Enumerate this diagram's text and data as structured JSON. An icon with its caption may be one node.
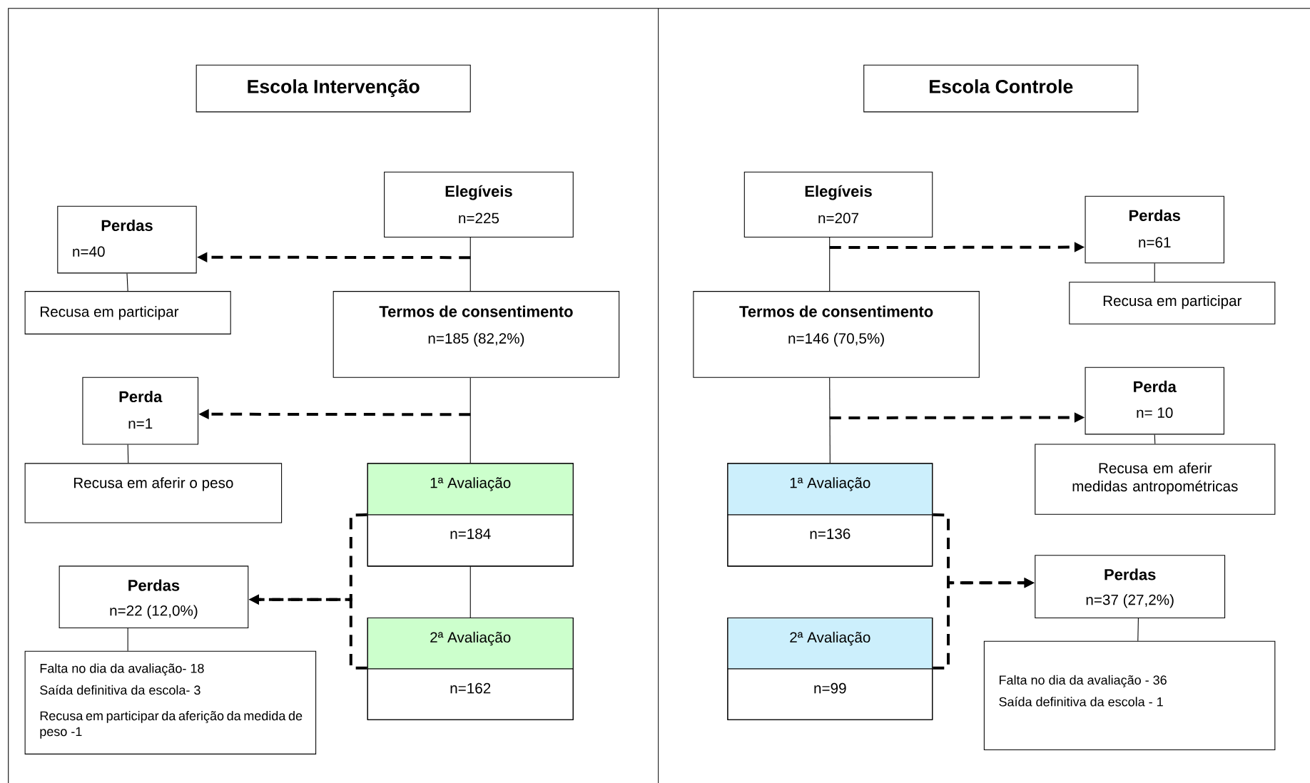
{
  "diagram": {
    "nodes": [
      {
        "text": [
          "Escola Intervenção"
        ]
      },
      {
        "text": [
          "Elegíveis",
          "n=225"
        ]
      },
      {
        "text": [
          "Perdas",
          "n=40"
        ]
      },
      {
        "text": [
          "Recusa em participar"
        ]
      },
      {
        "text": [
          "Termos de consentimento",
          "n=185 (82,2%)"
        ]
      },
      {
        "text": [
          "Perda",
          "n=1"
        ]
      },
      {
        "text": [
          "Recusa em aferir o peso"
        ]
      },
      {
        "text": [
          "1ª Avaliação",
          "n=184"
        ]
      },
      {
        "text": [
          "Perdas",
          "n=22 (12,0%)"
        ]
      },
      {
        "text": [
          "Falta no dia da avaliação- 18",
          "Saída definitiva da escola- 3",
          "Recusa em participar da aferição da medida de peso -1"
        ]
      },
      {
        "text": [
          "2ª Avaliação",
          "n=162"
        ]
      },
      {
        "text": [
          "Escola Controle"
        ]
      },
      {
        "text": [
          "Elegíveis",
          "n=207"
        ]
      },
      {
        "text": [
          "Perdas",
          "n=61"
        ]
      },
      {
        "text": [
          "Recusa em participar"
        ]
      },
      {
        "text": [
          "Termos de consentimento",
          "n=146 (70,5%)"
        ]
      },
      {
        "text": [
          "Perda",
          "n= 10"
        ]
      },
      {
        "text": [
          "Recusa em aferir medidas antropométricas"
        ]
      },
      {
        "text": [
          "1ª Avaliação",
          "n=136"
        ]
      },
      {
        "text": [
          "Perdas",
          "n=37 (27,2%)"
        ]
      },
      {
        "text": [
          "Falta no dia da avaliação - 36",
          "Saída definitiva da escola - 1"
        ]
      },
      {
        "text": [
          "2ª Avaliação",
          "n=99"
        ]
      }
    ],
    "edges": [
      {
        "from": 1,
        "to": 4,
        "arrow": "none"
      },
      {
        "from": 1,
        "to": 2,
        "arrow": "to",
        "style": "dashed"
      },
      {
        "from": 2,
        "to": 3,
        "arrow": "none"
      },
      {
        "from": 4,
        "to": 7,
        "arrow": "none"
      },
      {
        "from": 4,
        "to": 5,
        "arrow": "to",
        "style": "dashed"
      },
      {
        "from": 5,
        "to": 6,
        "arrow": "none"
      },
      {
        "from": 7,
        "to": 10,
        "arrow": "none"
      },
      {
        "from": 7,
        "to": 8,
        "arrow": "to",
        "style": "dashed"
      },
      {
        "from": 10,
        "to": 8,
        "arrow": "to",
        "style": "dashed"
      },
      {
        "from": 8,
        "to": 9,
        "arrow": "none"
      },
      {
        "from": 12,
        "to": 15,
        "arrow": "none"
      },
      {
        "from": 12,
        "to": 13,
        "arrow": "to",
        "style": "dashed"
      },
      {
        "from": 13,
        "to": 14,
        "arrow": "none"
      },
      {
        "from": 15,
        "to": 18,
        "arrow": "none"
      },
      {
        "from": 15,
        "to": 16,
        "arrow": "to",
        "style": "dashed"
      },
      {
        "from": 16,
        "to": 17,
        "arrow": "none"
      },
      {
        "from": 18,
        "to": 19,
        "arrow": "to",
        "style": "dashed"
      },
      {
        "from": 21,
        "to": 19,
        "arrow": "to",
        "style": "dashed"
      },
      {
        "from": 19,
        "to": 20,
        "arrow": "none"
      }
    ]
  }
}
